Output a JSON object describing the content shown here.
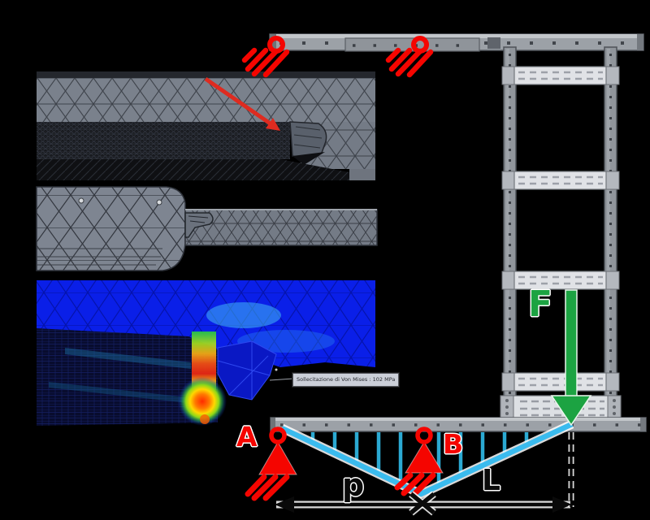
{
  "labels": {
    "support_a": "A",
    "support_b": "B",
    "force": "F",
    "dim_p": "p",
    "dim_l": "L"
  },
  "fea": {
    "von_mises_tooltip": "Sollecitazione di Von Mises : 102 MPa"
  },
  "colors": {
    "background": "#000000",
    "support_red": "#F50500",
    "force_green": "#1CA342",
    "load_cyan": "#3ABBEE",
    "hatch_cyan": "#2BA9D2",
    "tray_gray": "#9CA1A7",
    "mesh_gray": "#7A818C",
    "stress_field_blue": "#0A1FE8",
    "stress_max_red": "#FF2A00"
  },
  "icons": {
    "roller_support": "roller-support-icon",
    "pin_support": "pin-support-icon",
    "force_arrow": "force-arrow-icon",
    "annotation_arrow": "annotation-arrow-icon",
    "dimension_arrow": "dimension-arrow-icon"
  }
}
